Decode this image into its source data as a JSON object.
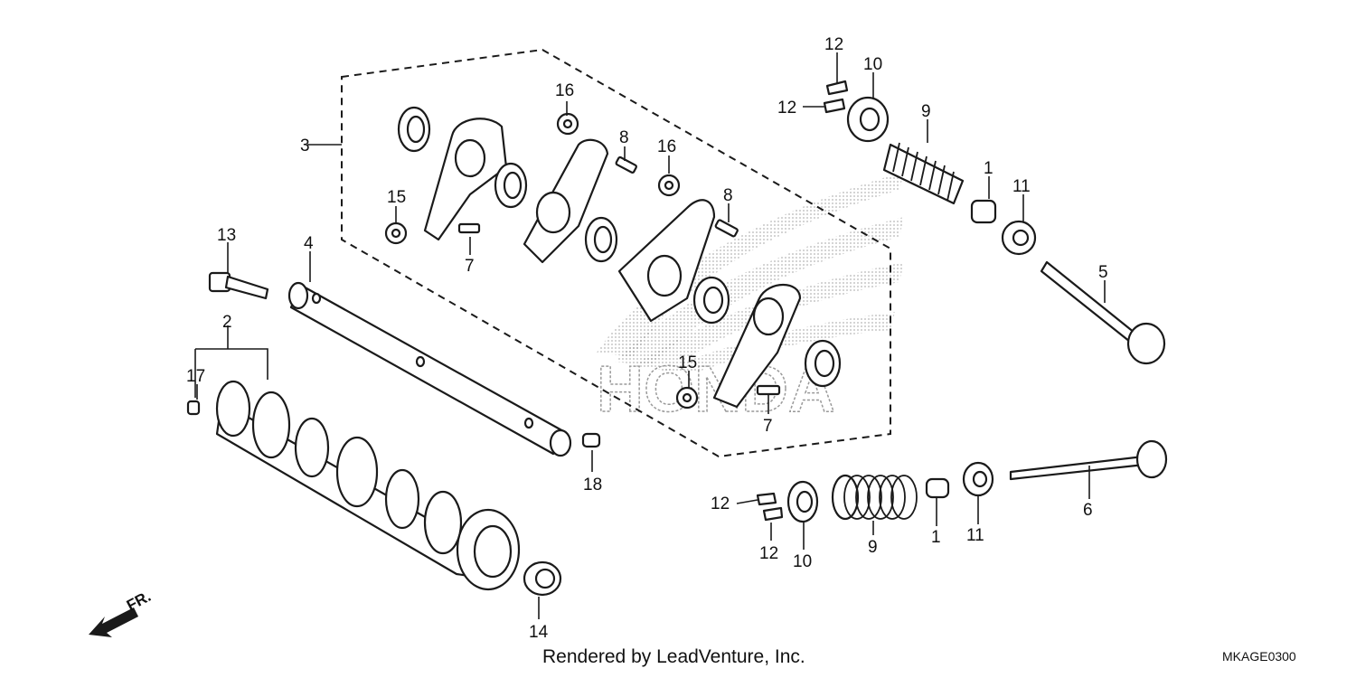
{
  "diagram": {
    "brand_watermark": "HONDA",
    "callouts": {
      "c1a": "1",
      "c1b": "1",
      "c2": "2",
      "c3": "3",
      "c4": "4",
      "c5": "5",
      "c6": "6",
      "c7a": "7",
      "c7b": "7",
      "c8a": "8",
      "c8b": "8",
      "c9a": "9",
      "c9b": "9",
      "c10a": "10",
      "c10b": "10",
      "c11a": "11",
      "c11b": "11",
      "c12a": "12",
      "c12b": "12",
      "c12c": "12",
      "c12d": "12",
      "c13": "13",
      "c14": "14",
      "c15a": "15",
      "c15b": "15",
      "c16a": "16",
      "c16b": "16",
      "c17": "17",
      "c18": "18"
    },
    "direction_label": "FR.",
    "footer": "Rendered by LeadVenture, Inc.",
    "diagram_code": "MKAGE0300"
  }
}
